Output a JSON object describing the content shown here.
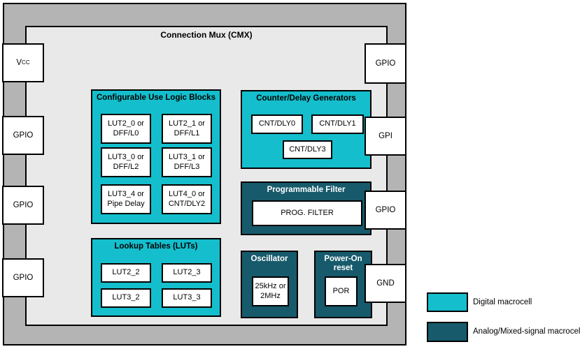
{
  "colors": {
    "digital_macrocell": "#14becc",
    "analog_macrocell": "#175a6c",
    "frame_gray": "#b4b4b4",
    "core_gray": "#e9e9e9"
  },
  "diagram": {
    "title": "Connection Mux (CMX)",
    "pins": {
      "left": [
        {
          "text": "V",
          "sub": "CC"
        },
        {
          "text": "GPIO"
        },
        {
          "text": "GPIO"
        },
        {
          "text": "GPIO"
        }
      ],
      "right": [
        {
          "text": "GPIO"
        },
        {
          "text": "GPI"
        },
        {
          "text": "GPIO"
        },
        {
          "text": "GND"
        }
      ]
    },
    "culb": {
      "title": "Configurable Use Logic Blocks",
      "cells": [
        {
          "line1": "LUT2_0 or",
          "line2": "DFF/L0"
        },
        {
          "line1": "LUT2_1 or",
          "line2": "DFF/L1"
        },
        {
          "line1": "LUT3_0 or",
          "line2": "DFF/L2"
        },
        {
          "line1": "LUT3_1 or",
          "line2": "DFF/L3"
        },
        {
          "line1": "LUT3_4 or",
          "line2": "Pipe Delay"
        },
        {
          "line1": "LUT4_0 or",
          "line2": "CNT/DLY2"
        }
      ]
    },
    "luts": {
      "title": "Lookup Tables (LUTs)",
      "cells": [
        "LUT2_2",
        "LUT2_3",
        "LUT3_2",
        "LUT3_3"
      ]
    },
    "cnt": {
      "title": "Counter/Delay Generators",
      "cells": [
        "CNT/DLY0",
        "CNT/DLY1",
        "CNT/DLY3"
      ]
    },
    "filter": {
      "title": "Programmable Filter",
      "cell": "PROG. FILTER"
    },
    "oscillator": {
      "title": "Oscillator",
      "cell": "25kHz or 2MHz"
    },
    "por": {
      "title": "Power-On reset",
      "cell": "POR"
    }
  },
  "legend": {
    "items": [
      {
        "label": "Digital macrocell"
      },
      {
        "label": "Analog/Mixed-signal macrocell"
      }
    ]
  }
}
